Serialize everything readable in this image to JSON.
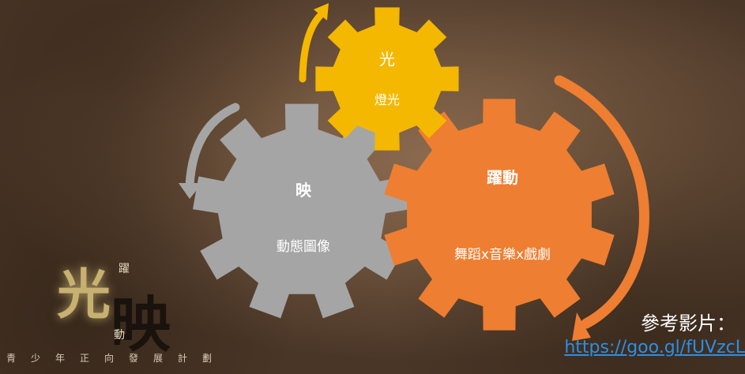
{
  "gears": {
    "light": {
      "title": "光",
      "subtitle": "燈光",
      "color": "#f5b800"
    },
    "image": {
      "title": "映",
      "subtitle": "動態圖像",
      "color": "#a5a5a5"
    },
    "motion": {
      "title": "躍動",
      "subtitle": "舞蹈x音樂x戲劇",
      "color": "#ee7e31"
    }
  },
  "arrows": {
    "yellow": "#f5b800",
    "gray": "#a5a5a5",
    "orange": "#ee7e31"
  },
  "logo": {
    "char_big_1": "光",
    "char_big_2": "映",
    "char_small_1": "躍",
    "char_small_2": "動",
    "tagline": "青少年正向發展計劃"
  },
  "reference": {
    "title": "參考影片：",
    "link": "https://goo.gl/fUVzcL"
  }
}
